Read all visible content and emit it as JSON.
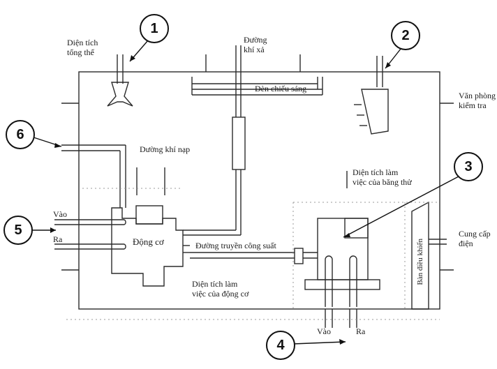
{
  "callouts": [
    "1",
    "2",
    "3",
    "4",
    "5",
    "6"
  ],
  "labels": {
    "overall_area": "Diện tích\ntổng thể",
    "exhaust_duct": "Đường\nkhí xả",
    "lighting": "Dèn chiếu sáng",
    "control_office": "Văn phòng\nkiểm tra",
    "intake_duct": "Dường khí nạp",
    "test_bench_area": "Diện tích làm\nviệc của băng thử",
    "inlet_left": "Vào",
    "outlet_left": "Ra",
    "engine": "Động cơ",
    "power_transmission": "Đường truyền công suất",
    "engine_work_area": "Diện tích làm\nviệc của động cơ",
    "power_supply": "Cung cấp\nđiện",
    "control_panel": "Bàn điều khiển",
    "inlet_bottom": "Vào",
    "outlet_bottom": "Ra"
  },
  "colors": {
    "line": "#2b2b2b",
    "callout_border": "#111111",
    "background": "#ffffff"
  }
}
